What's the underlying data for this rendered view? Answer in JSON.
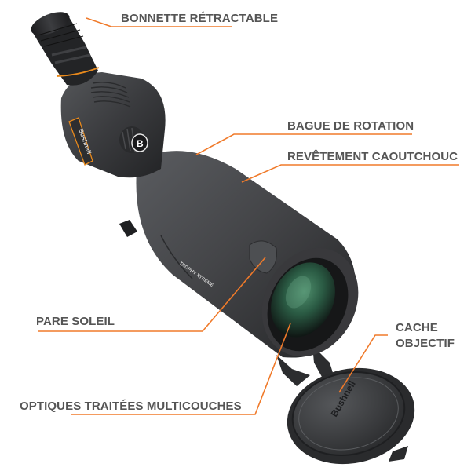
{
  "colors": {
    "leader_line": "#f07a2a",
    "label_text": "#555555",
    "body_dark": "#2b2c2e",
    "body_mid": "#444548",
    "lens_green": "#2f6b4f",
    "accent_orange": "#e8891c",
    "background": "#ffffff"
  },
  "product": {
    "brand_body": "Bushnell",
    "brand_cap": "Bushnell",
    "model_mark": "TROPHY XTREME",
    "knob_logo": "B"
  },
  "callouts": [
    {
      "id": "eyepiece",
      "label": "BONNETTE RÉTRACTABLE"
    },
    {
      "id": "rotation-ring",
      "label": "BAGUE DE ROTATION"
    },
    {
      "id": "rubber-armor",
      "label": "REVÊTEMENT CAOUTCHOUC"
    },
    {
      "id": "sunshade",
      "label": "PARE SOLEIL"
    },
    {
      "id": "lens-cap",
      "label_line1": "CACHE",
      "label_line2": "OBJECTIF"
    },
    {
      "id": "optics",
      "label": "OPTIQUES TRAITÉES MULTICOUCHES"
    }
  ]
}
